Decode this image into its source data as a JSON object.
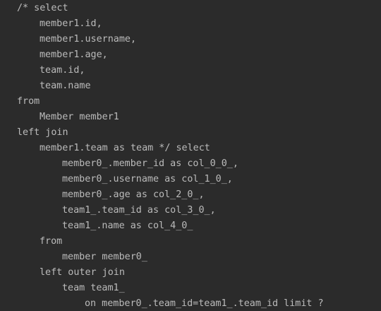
{
  "console": {
    "lines": [
      {
        "text": "/* select",
        "indent": 0
      },
      {
        "text": "member1.id,",
        "indent": 1
      },
      {
        "text": "member1.username,",
        "indent": 1
      },
      {
        "text": "member1.age,",
        "indent": 1
      },
      {
        "text": "team.id,",
        "indent": 1
      },
      {
        "text": "team.name",
        "indent": 1
      },
      {
        "text": "from",
        "indent": 0
      },
      {
        "text": "Member member1",
        "indent": 1
      },
      {
        "text": "left join",
        "indent": 0
      },
      {
        "text": "member1.team as team */ select",
        "indent": 1
      },
      {
        "text": "member0_.member_id as col_0_0_,",
        "indent": 2
      },
      {
        "text": "member0_.username as col_1_0_,",
        "indent": 2
      },
      {
        "text": "member0_.age as col_2_0_,",
        "indent": 2
      },
      {
        "text": "team1_.team_id as col_3_0_,",
        "indent": 2
      },
      {
        "text": "team1_.name as col_4_0_",
        "indent": 2
      },
      {
        "text": "from",
        "indent": 1
      },
      {
        "text": "member member0_",
        "indent": 2
      },
      {
        "text": "left outer join",
        "indent": 1
      },
      {
        "text": "team team1_",
        "indent": 2
      },
      {
        "text": "on member0_.team_id=team1_.team_id limit ?",
        "indent": 3
      }
    ]
  }
}
